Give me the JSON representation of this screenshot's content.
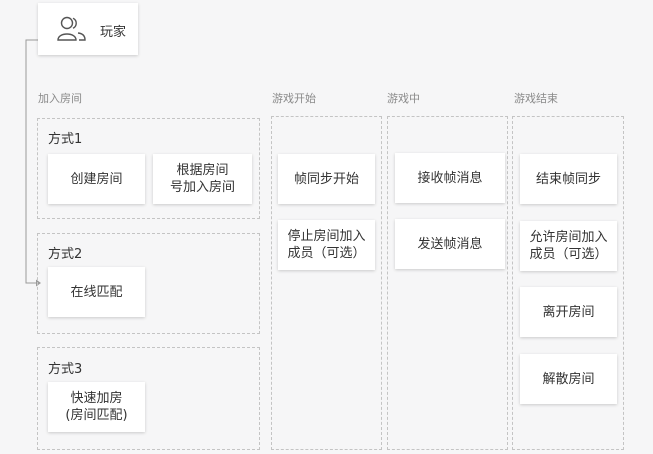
{
  "player": {
    "label": "玩家",
    "icon": "users-icon"
  },
  "sections": {
    "join_room": "加入房间",
    "game_start": "游戏开始",
    "in_game": "游戏中",
    "game_end": "游戏结束"
  },
  "methods": [
    {
      "title": "方式1",
      "cards": [
        "创建房间",
        "根据房间\n号加入房间"
      ]
    },
    {
      "title": "方式2",
      "cards": [
        "在线匹配"
      ]
    },
    {
      "title": "方式3",
      "cards": [
        "快速加房\n(房间匹配)"
      ]
    }
  ],
  "game_start_cards": [
    "帧同步开始",
    "停止房间加入\n成员（可选）"
  ],
  "in_game_cards": [
    "接收帧消息",
    "发送帧消息"
  ],
  "game_end_cards": [
    "结束帧同步",
    "允许房间加入\n成员（可选）",
    "离开房间",
    "解散房间"
  ],
  "colors": {
    "background": "#f6f6f7",
    "dashed_border": "#c4c4c4",
    "connector": "#9a9a9a"
  }
}
